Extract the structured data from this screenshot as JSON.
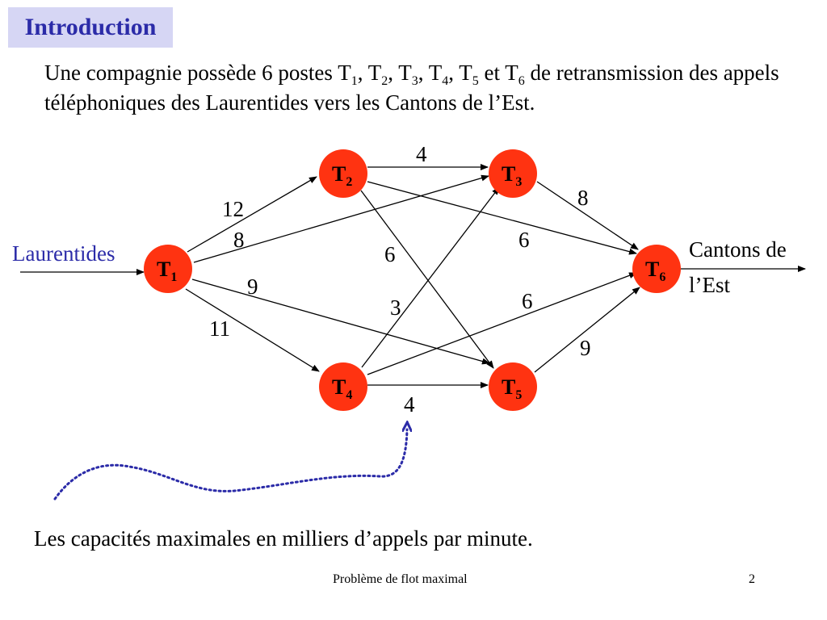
{
  "slide": {
    "title": "Introduction",
    "intro": {
      "text_1": "Une compagnie possède 6 postes ",
      "posts": [
        {
          "letter": "T",
          "index": "1",
          "sep": ", "
        },
        {
          "letter": "T",
          "index": "2",
          "sep": ", "
        },
        {
          "letter": "T",
          "index": "3",
          "sep": ", "
        },
        {
          "letter": "T",
          "index": "4",
          "sep": ", "
        },
        {
          "letter": "T",
          "index": "5",
          "sep": " et "
        },
        {
          "letter": "T",
          "index": "6",
          "sep": ""
        }
      ],
      "text_2": " de retransmission des appels téléphoniques des Laurentides vers les Cantons de l’Est."
    },
    "caption": "Les capacités maximales en milliers d’appels par minute.",
    "footer_title": "Problème de flot maximal",
    "page_number": "2"
  },
  "network": {
    "source_label": "Laurentides",
    "sink_label_line1": "Cantons de",
    "sink_label_line2": "l’Est",
    "node_color": "#ff3311",
    "label_color": "#2b2ba8",
    "nodes": [
      {
        "letter": "T",
        "index": "1"
      },
      {
        "letter": "T",
        "index": "2"
      },
      {
        "letter": "T",
        "index": "3"
      },
      {
        "letter": "T",
        "index": "4"
      },
      {
        "letter": "T",
        "index": "5"
      },
      {
        "letter": "T",
        "index": "6"
      }
    ],
    "edges": [
      {
        "from": "T1",
        "to": "T2",
        "capacity": "12"
      },
      {
        "from": "T1",
        "to": "T3",
        "capacity": "8"
      },
      {
        "from": "T1",
        "to": "T5",
        "capacity": "9"
      },
      {
        "from": "T1",
        "to": "T4",
        "capacity": "11"
      },
      {
        "from": "T2",
        "to": "T3",
        "capacity": "4"
      },
      {
        "from": "T2",
        "to": "T5",
        "capacity": "6"
      },
      {
        "from": "T2",
        "to": "T6",
        "capacity": "6"
      },
      {
        "from": "T3",
        "to": "T6",
        "capacity": "8"
      },
      {
        "from": "T4",
        "to": "T3",
        "capacity": "3"
      },
      {
        "from": "T4",
        "to": "T6",
        "capacity": "6"
      },
      {
        "from": "T4",
        "to": "T5",
        "capacity": "4"
      },
      {
        "from": "T5",
        "to": "T6",
        "capacity": "9"
      }
    ]
  }
}
